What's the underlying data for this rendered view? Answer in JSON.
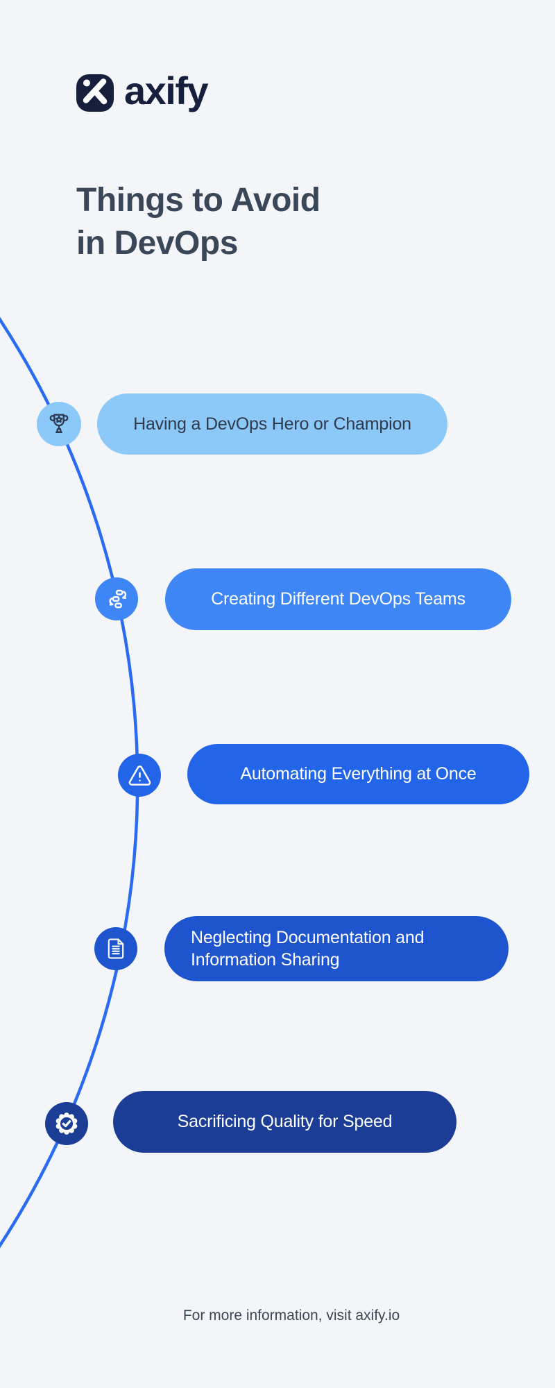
{
  "logo": {
    "brand": "axify"
  },
  "title": {
    "line1": "Things to Avoid",
    "line2": "in DevOps"
  },
  "items": [
    {
      "label": "Having a DevOps Hero or Champion",
      "icon": "trophy-icon",
      "pill_color": "#8CC9F9",
      "text_color": "#2F3B4D",
      "icon_color": "#2C3A52"
    },
    {
      "label": "Creating Different DevOps Teams",
      "icon": "workflow-loop-icon",
      "pill_color": "#3E86F5",
      "text_color": "#FFFFFF",
      "icon_color": "#FFFFFF"
    },
    {
      "label": "Automating Everything at Once",
      "icon": "warning-triangle-icon",
      "pill_color": "#2365E9",
      "text_color": "#FFFFFF",
      "icon_color": "#FFFFFF"
    },
    {
      "label": "Neglecting Documentation and Information Sharing",
      "icon": "document-icon",
      "pill_color": "#1E55CE",
      "text_color": "#FFFFFF",
      "icon_color": "#FFFFFF"
    },
    {
      "label": "Sacrificing Quality for Speed",
      "icon": "badge-check-icon",
      "pill_color": "#1C3D96",
      "text_color": "#FFFFFF",
      "icon_color": "#FFFFFF"
    }
  ],
  "footer": {
    "text": "For more information, visit axify.io"
  },
  "colors": {
    "background": "#F3F5F8",
    "curve_line": "#2A6BF2",
    "title_text": "#3A4758",
    "brand_text": "#16203C"
  }
}
